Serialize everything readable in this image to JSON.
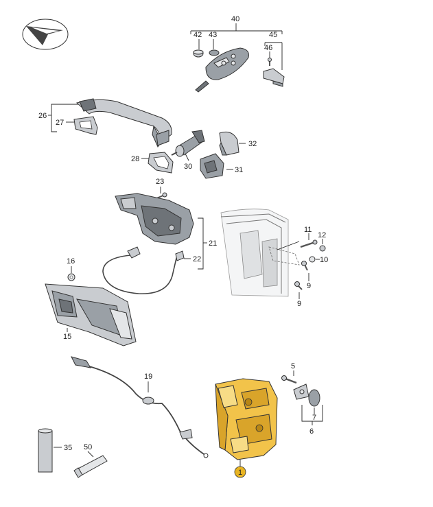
{
  "labels": {
    "p1": "1",
    "p5": "5",
    "p6": "6",
    "p7": "7",
    "p9a": "9",
    "p9b": "9",
    "p10": "10",
    "p11": "11",
    "p12": "12",
    "p15": "15",
    "p16": "16",
    "p19": "19",
    "p21": "21",
    "p22": "22",
    "p23": "23",
    "p26": "26",
    "p27": "27",
    "p28": "28",
    "p30": "30",
    "p31": "31",
    "p32": "32",
    "p35": "35",
    "p40": "40",
    "p42": "42",
    "p43": "43",
    "p45": "45",
    "p46": "46",
    "p50": "50"
  },
  "colors": {
    "highlight_part": "#f2c34a",
    "highlight_badge": "#e8b422",
    "parts_grey": "#9aa0a6",
    "line": "#222222"
  }
}
